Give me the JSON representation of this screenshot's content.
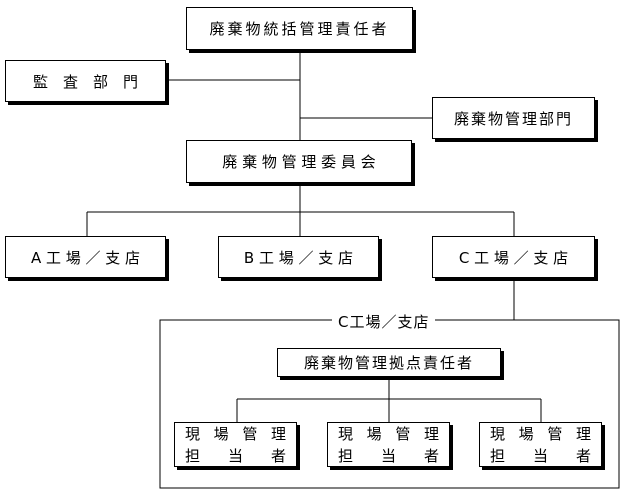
{
  "chart": {
    "top": {
      "label": "廃棄物統括管理責任者"
    },
    "audit": {
      "label": "監　査　部　門"
    },
    "waste_dept": {
      "label": "廃棄物管理部門"
    },
    "committee": {
      "label": "廃 棄 物 管 理 委 員 会"
    },
    "sites": [
      {
        "label": "A 工 場 ／ 支 店"
      },
      {
        "label": "B 工 場 ／ 支 店"
      },
      {
        "label": "C 工 場 ／ 支 店"
      }
    ],
    "group": {
      "label": "C工場／支店",
      "base_manager": {
        "label": "廃棄物管理拠点責任者"
      },
      "staff": [
        {
          "line1": "現場管理",
          "line2": "担当者"
        },
        {
          "line1": "現場管理",
          "line2": "担当者"
        },
        {
          "line1": "現場管理",
          "line2": "担当者"
        }
      ]
    }
  }
}
